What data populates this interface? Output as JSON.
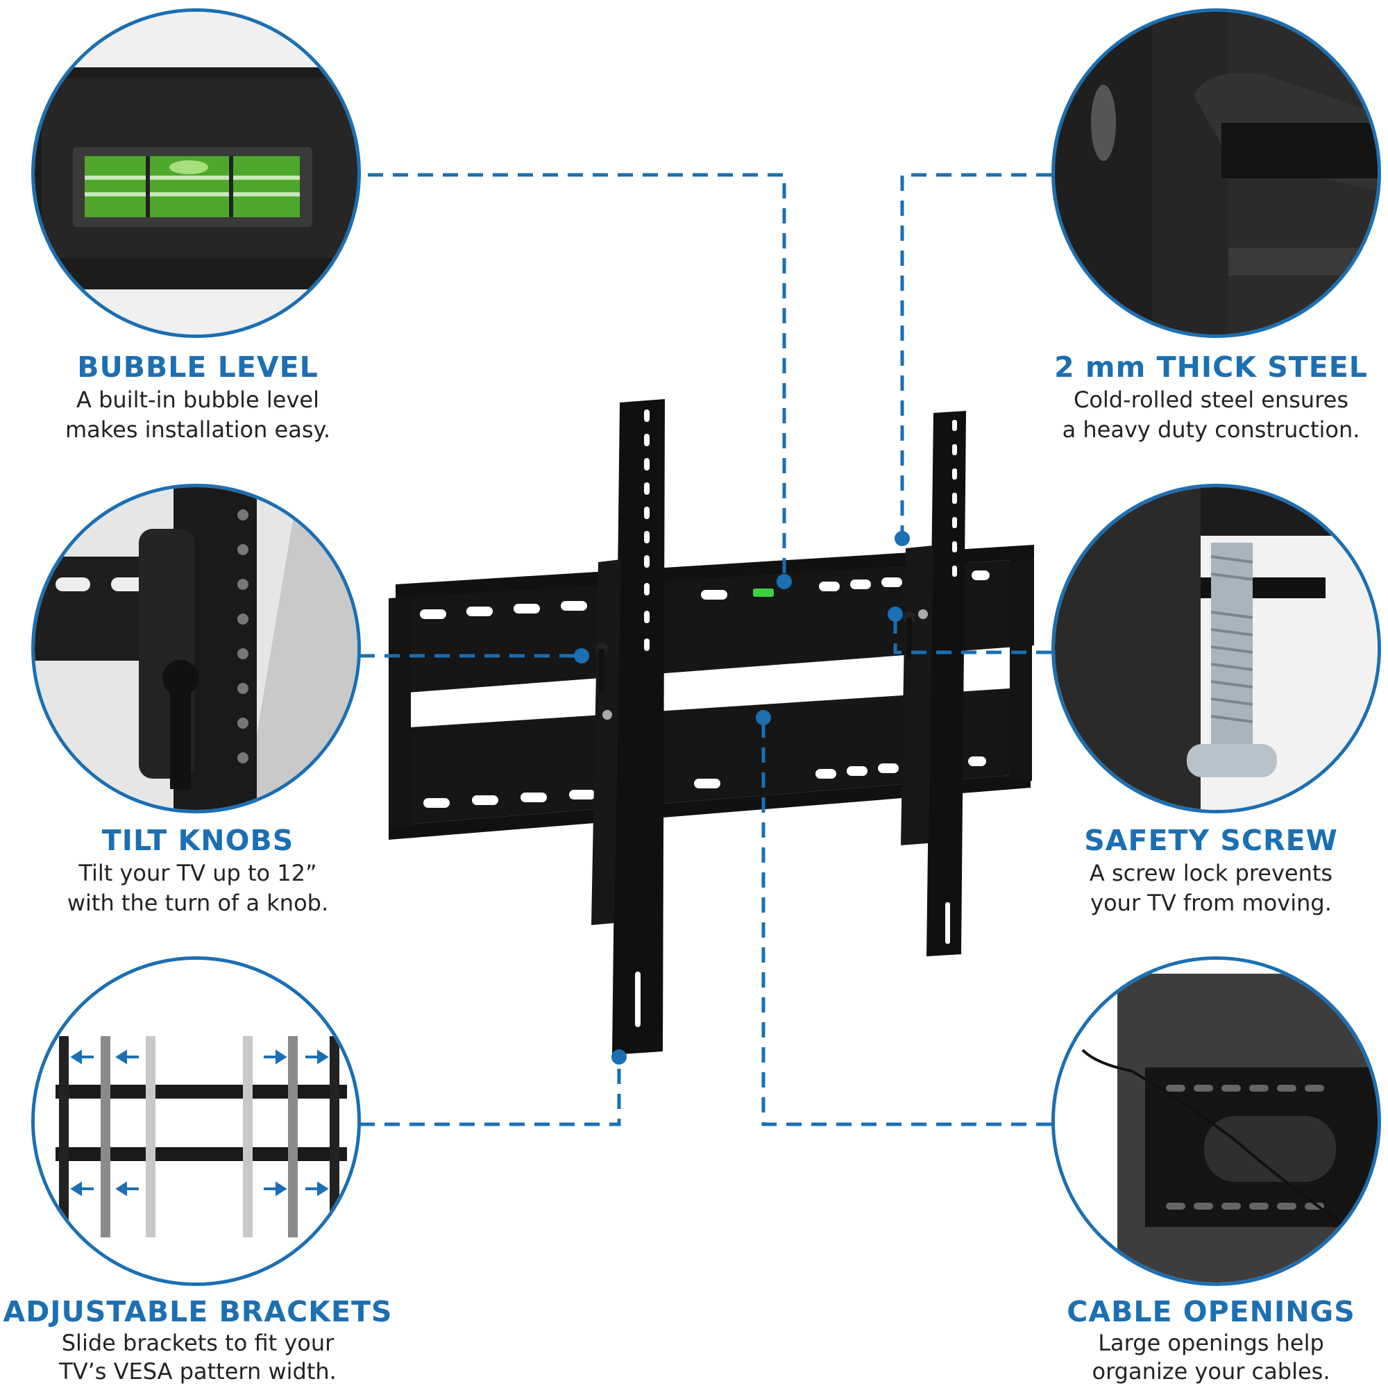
{
  "accent_color": "#1b6fb3",
  "features": [
    {
      "id": "bubble-level",
      "title": "BUBBLE LEVEL",
      "line1": "A built-in bubble level",
      "line2": "makes installation easy."
    },
    {
      "id": "thick-steel",
      "title": "2 mm THICK STEEL",
      "line1": "Cold-rolled steel ensures",
      "line2": "a heavy duty construction."
    },
    {
      "id": "tilt-knobs",
      "title": "TILT KNOBS",
      "line1": "Tilt your TV up to 12”",
      "line2": "with the turn of a knob."
    },
    {
      "id": "safety-screw",
      "title": "SAFETY SCREW",
      "line1": "A screw lock prevents",
      "line2": "your TV from moving."
    },
    {
      "id": "adjustable-brackets",
      "title": "ADJUSTABLE BRACKETS",
      "line1": "Slide brackets to fit your",
      "line2": "TV’s VESA pattern width."
    },
    {
      "id": "cable-openings",
      "title": "CABLE OPENINGS",
      "line1": "Large openings help",
      "line2": "organize your cables."
    }
  ],
  "icons": [
    "bubble-level-icon",
    "steel-bracket-icon",
    "tilt-knob-icon",
    "safety-screw-icon",
    "adjustable-brackets-icon",
    "cable-openings-icon",
    "tv-wall-mount-icon"
  ]
}
